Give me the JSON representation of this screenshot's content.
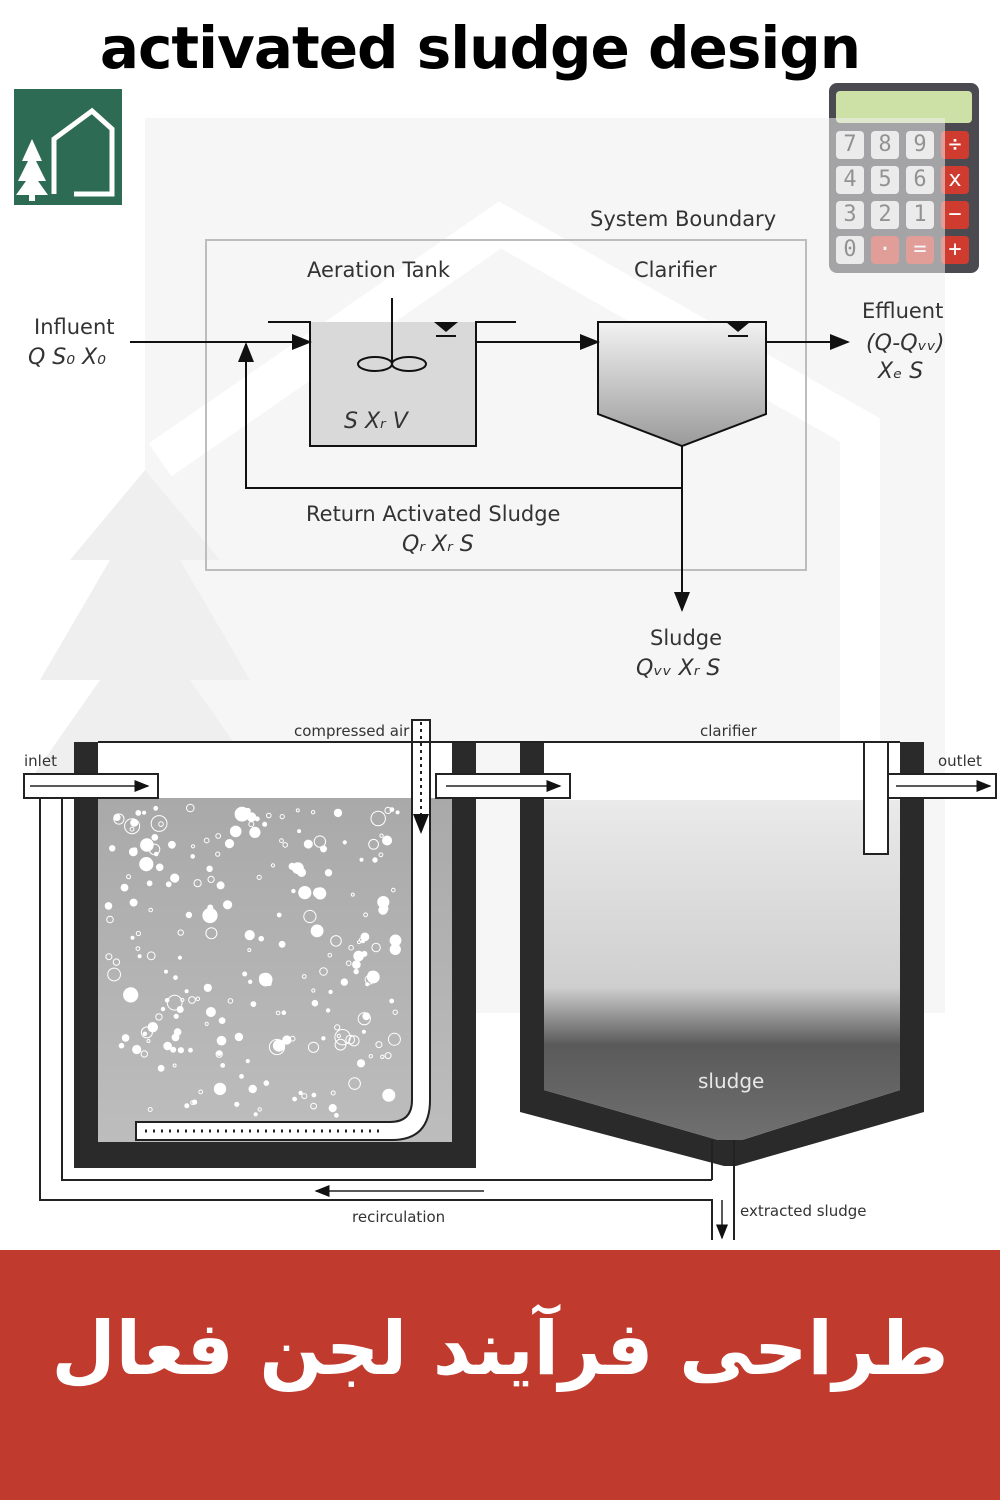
{
  "title": "activated sludge design",
  "banner_text": "طراحی فرآیند لجن فعال",
  "logo": {
    "icon": "house-tree-icon",
    "color": "#2e6b55"
  },
  "calculator": {
    "icon": "calculator-icon",
    "keys": [
      "7",
      "8",
      "9",
      "÷",
      "4",
      "5",
      "6",
      "x",
      "3",
      "2",
      "1",
      "−",
      "0",
      "·",
      "=",
      "+"
    ]
  },
  "schematic": {
    "system_boundary": "System Boundary",
    "aeration_tank": "Aeration Tank",
    "clarifier": "Clarifier",
    "influent": {
      "label": "Influent",
      "vars": "Q  S₀  X₀"
    },
    "tank_vars": "S  Xᵣ  V",
    "effluent": {
      "label": "Effluent",
      "flow": "(Q-Qᵥᵥ)",
      "vars": "Xₑ  S"
    },
    "return": {
      "label": "Return Activated Sludge",
      "vars": "Qᵣ  Xᵣ  S"
    },
    "sludge": {
      "label": "Sludge",
      "vars": "Qᵥᵥ  Xᵣ  S"
    }
  },
  "plant": {
    "compressed_air": "compressed air",
    "clarifier": "clarifier",
    "inlet": "inlet",
    "outlet": "outlet",
    "sludge": "sludge",
    "recirculation": "recirculation",
    "extracted_sludge": "extracted sludge"
  },
  "colors": {
    "banner": "#c03a2e",
    "logo": "#2e6b55"
  }
}
